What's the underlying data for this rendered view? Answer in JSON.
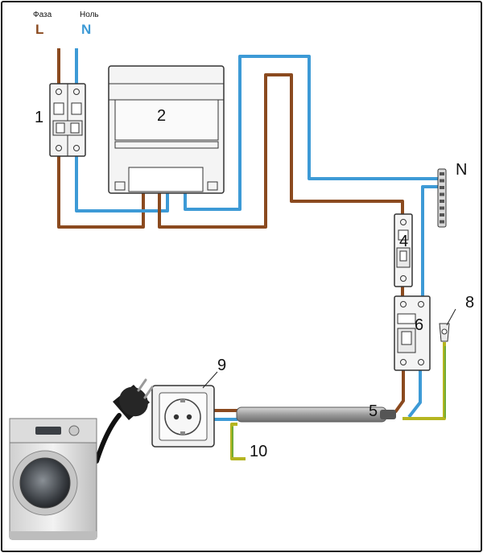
{
  "colors": {
    "phase": "#8b4a1f",
    "neutral": "#3d9ad6",
    "ground": "#b5b520",
    "ground_stripe": "#5aa83c",
    "device": "#f4f4f4",
    "outline": "#333333"
  },
  "supply": {
    "phase_caption": "Фаза",
    "phase_letter": "L",
    "neutral_caption": "Ноль",
    "neutral_letter": "N"
  },
  "busbar_label": "N",
  "callouts": [
    "1",
    "2",
    "4",
    "6",
    "8",
    "9",
    "5",
    "10"
  ]
}
